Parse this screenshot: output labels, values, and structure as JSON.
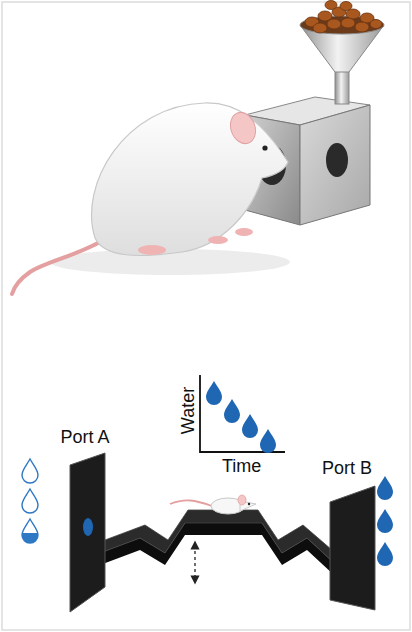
{
  "diagram": {
    "nodes": [
      {
        "text": [
          "Port A"
        ]
      },
      {
        "text": [
          "Port B"
        ]
      }
    ],
    "labels": [
      "Water",
      "Time"
    ]
  }
}
